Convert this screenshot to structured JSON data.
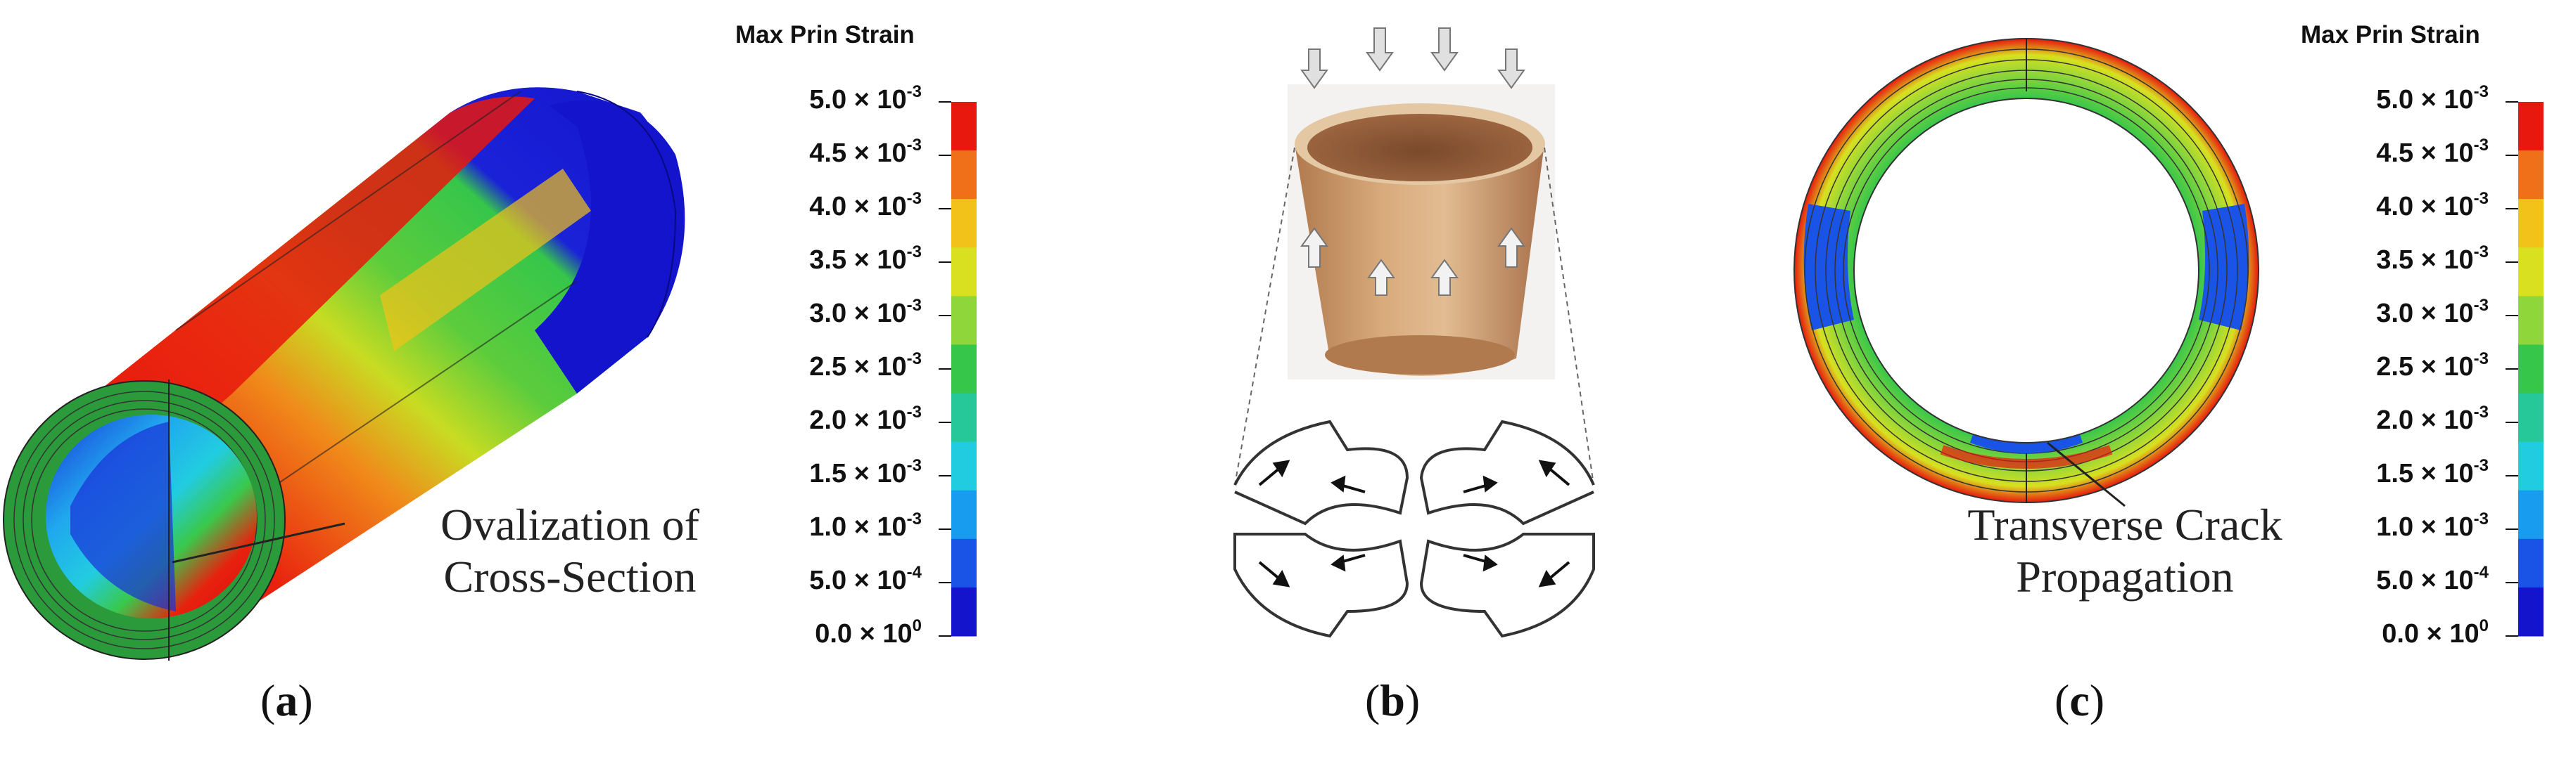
{
  "colorbar": {
    "title": "Max Prin Strain",
    "labels": [
      {
        "mant": "5.0 × 10",
        "exp": "-3"
      },
      {
        "mant": "4.5 × 10",
        "exp": "-3"
      },
      {
        "mant": "4.0 × 10",
        "exp": "-3"
      },
      {
        "mant": "3.5 × 10",
        "exp": "-3"
      },
      {
        "mant": "3.0 × 10",
        "exp": "-3"
      },
      {
        "mant": "2.5 × 10",
        "exp": "-3"
      },
      {
        "mant": "2.0 × 10",
        "exp": "-3"
      },
      {
        "mant": "1.5 × 10",
        "exp": "-3"
      },
      {
        "mant": "1.0 × 10",
        "exp": "-3"
      },
      {
        "mant": "5.0 × 10",
        "exp": "-4"
      },
      {
        "mant": "0.0 × 10",
        "exp": "0"
      }
    ],
    "colors": [
      "#e8180e",
      "#f0701a",
      "#f2c21a",
      "#d8e020",
      "#8fd63a",
      "#36c64a",
      "#26c89a",
      "#22cce0",
      "#189cef",
      "#1a54e6",
      "#1414cc"
    ]
  },
  "panel_a": {
    "label": "a",
    "annotation_line1": "Ovalization of",
    "annotation_line2": "Cross-Section"
  },
  "panel_b": {
    "label": "b"
  },
  "panel_c": {
    "label": "c",
    "annotation_line1": "Transverse Crack",
    "annotation_line2": "Propagation"
  }
}
